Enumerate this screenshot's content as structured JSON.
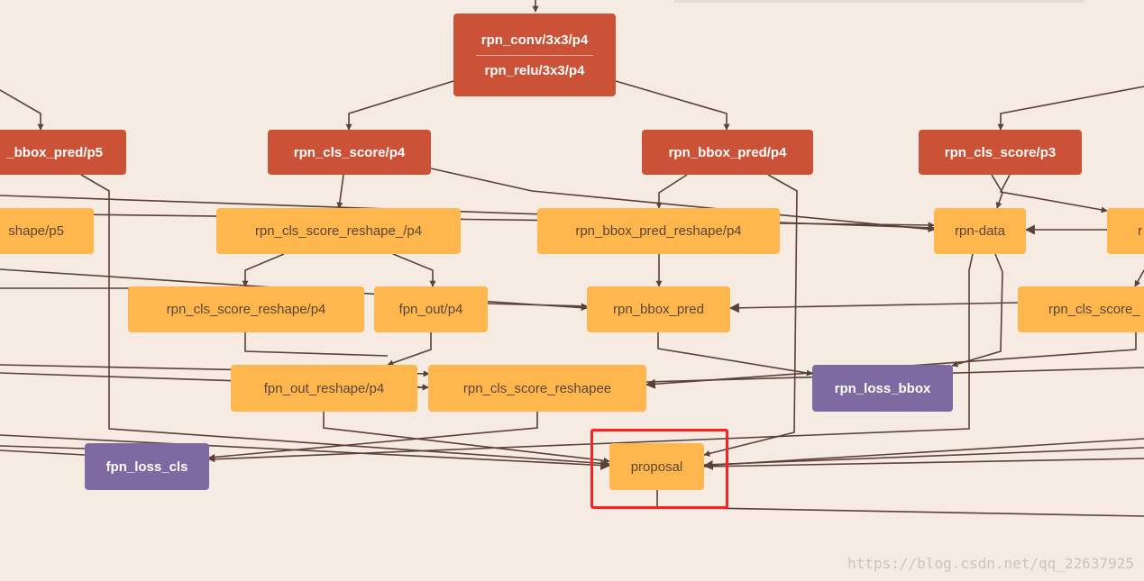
{
  "nodes": {
    "rpn_conv": {
      "line1": "rpn_conv/3x3/p4",
      "line2": "rpn_relu/3x3/p4"
    },
    "rpn_bbox_pred_p5": "_bbox_pred/p5",
    "rpn_cls_score_p4": "rpn_cls_score/p4",
    "rpn_bbox_pred_p4": "rpn_bbox_pred/p4",
    "rpn_cls_score_p3": "rpn_cls_score/p3",
    "reshape_p5": "shape/p5",
    "rpn_cls_score_reshape_us_p4": "rpn_cls_score_reshape_/p4",
    "rpn_bbox_pred_reshape_p4": "rpn_bbox_pred_reshape/p4",
    "rpn_data": "rpn-data",
    "right_partial": "r",
    "rpn_cls_score_reshape_p4": "rpn_cls_score_reshape/p4",
    "fpn_out_p4": "fpn_out/p4",
    "rpn_bbox_pred": "rpn_bbox_pred",
    "rpn_cls_score_partial": "rpn_cls_score_",
    "fpn_out_reshape_p4": "fpn_out_reshape/p4",
    "rpn_cls_score_reshapee": "rpn_cls_score_reshapee",
    "rpn_loss_bbox": "rpn_loss_bbox",
    "fpn_loss_cls": "fpn_loss_cls",
    "proposal": "proposal"
  },
  "colors": {
    "background": "#f6ebe2",
    "layer_red": "#cb5236",
    "blob_yellow": "#ffb74d",
    "loss_purple": "#7e6aa1",
    "edge": "#5a4036",
    "highlight": "#ff1f1f"
  },
  "watermark": "https://blog.csdn.net/qq_22637925"
}
